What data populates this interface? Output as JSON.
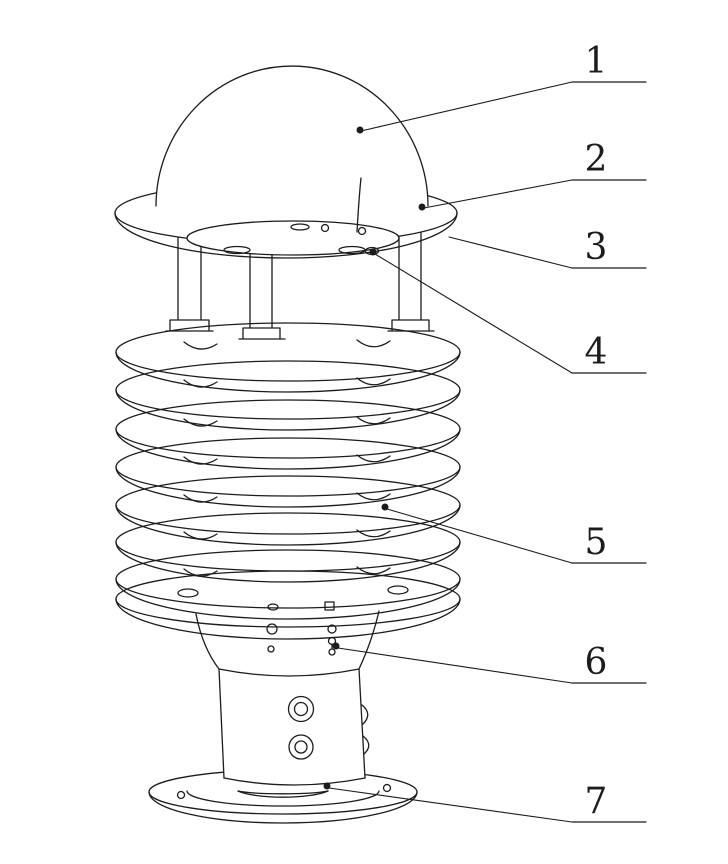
{
  "colors": {
    "background": "#ffffff",
    "line": "#1c1c1c"
  },
  "callouts": [
    {
      "number": "1"
    },
    {
      "number": "2"
    },
    {
      "number": "3"
    },
    {
      "number": "4"
    },
    {
      "number": "5"
    },
    {
      "number": "6"
    },
    {
      "number": "7"
    }
  ]
}
